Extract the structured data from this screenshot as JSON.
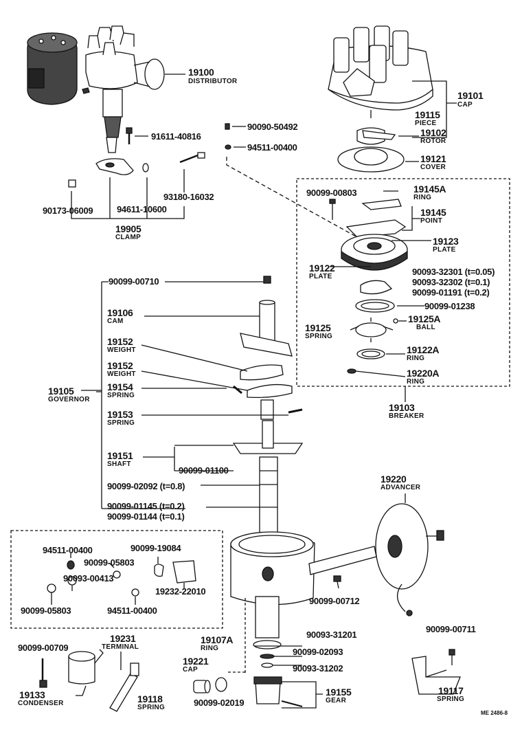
{
  "labels": {
    "p19100": "19100",
    "distributor": "DISTRIBUTOR",
    "p91611": "91611-40816",
    "p19101": "19101",
    "cap": "CAP",
    "p19115": "19115",
    "piece": "PIECE",
    "p19102": "19102",
    "rotor": "ROTOR",
    "p19121": "19121",
    "cover": "COVER",
    "p90090": "90090-50492",
    "p94511a": "94511-00400",
    "p90173": "90173-06009",
    "p94611": "94611-10600",
    "p93180": "93180-16032",
    "p19905": "19905",
    "clamp": "CLAMP",
    "p90099_00803": "90099-00803",
    "p19145A": "19145A",
    "ring1": "RING",
    "p19145": "19145",
    "point": "POINT",
    "p19123": "19123",
    "plate1": "PLATE",
    "p19122": "19122",
    "plate2": "PLATE",
    "p32301": "90093-32301 (t=0.05)",
    "p32302": "90093-32302 (t=0.1)",
    "p01191": "90099-01191 (t=0.2)",
    "p01238": "90099-01238",
    "p19125": "19125",
    "spring1": "SPRING",
    "p19125A": "19125A",
    "ball": "BALL",
    "p19122A": "19122A",
    "ring2": "RING",
    "p19220A": "19220A",
    "ring3": "RING",
    "p19103": "19103",
    "breaker": "BREAKER",
    "p00710": "90099-00710",
    "p19106": "19106",
    "cam": "CAM",
    "p19152a": "19152",
    "weight1": "WEIGHT",
    "p19152b": "19152",
    "weight2": "WEIGHT",
    "p19154": "19154",
    "spring2": "SPRING",
    "p19105": "19105",
    "governor": "GOVERNOR",
    "p19153": "19153",
    "spring3": "SPRING",
    "p19151": "19151",
    "shaft": "SHAFT",
    "p01100": "90099-01100",
    "p02092": "90099-02092 (t=0.8)",
    "p01145": "90099-01145 (t=0.2)",
    "p01144": "90099-01144 (t=0.1)",
    "p19220": "19220",
    "advancer": "ADVANCER",
    "p94511b": "94511-00400",
    "p19084": "90099-19084",
    "p05803a": "90099-05803",
    "p00413": "90093-00413",
    "p22010": "19232-22010",
    "p05803b": "90099-05803",
    "p94511c": "94511-00400",
    "p00712": "90099-00712",
    "p19231": "19231",
    "terminal": "TERMINAL",
    "p00709": "90099-00709",
    "p19107A": "19107A",
    "ring4": "RING",
    "p31201": "90093-31201",
    "p02093": "90099-02093",
    "p31202": "90093-31202",
    "p00711": "90099-00711",
    "p19221": "19221",
    "cap2": "CAP",
    "p19133": "19133",
    "condenser": "CONDENSER",
    "p19118": "19118",
    "spring4": "SPRING",
    "p02019": "90099-02019",
    "p19155": "19155",
    "gear": "GEAR",
    "p19117": "19117",
    "spring5": "SPRING",
    "code": "ME 2486-8"
  }
}
